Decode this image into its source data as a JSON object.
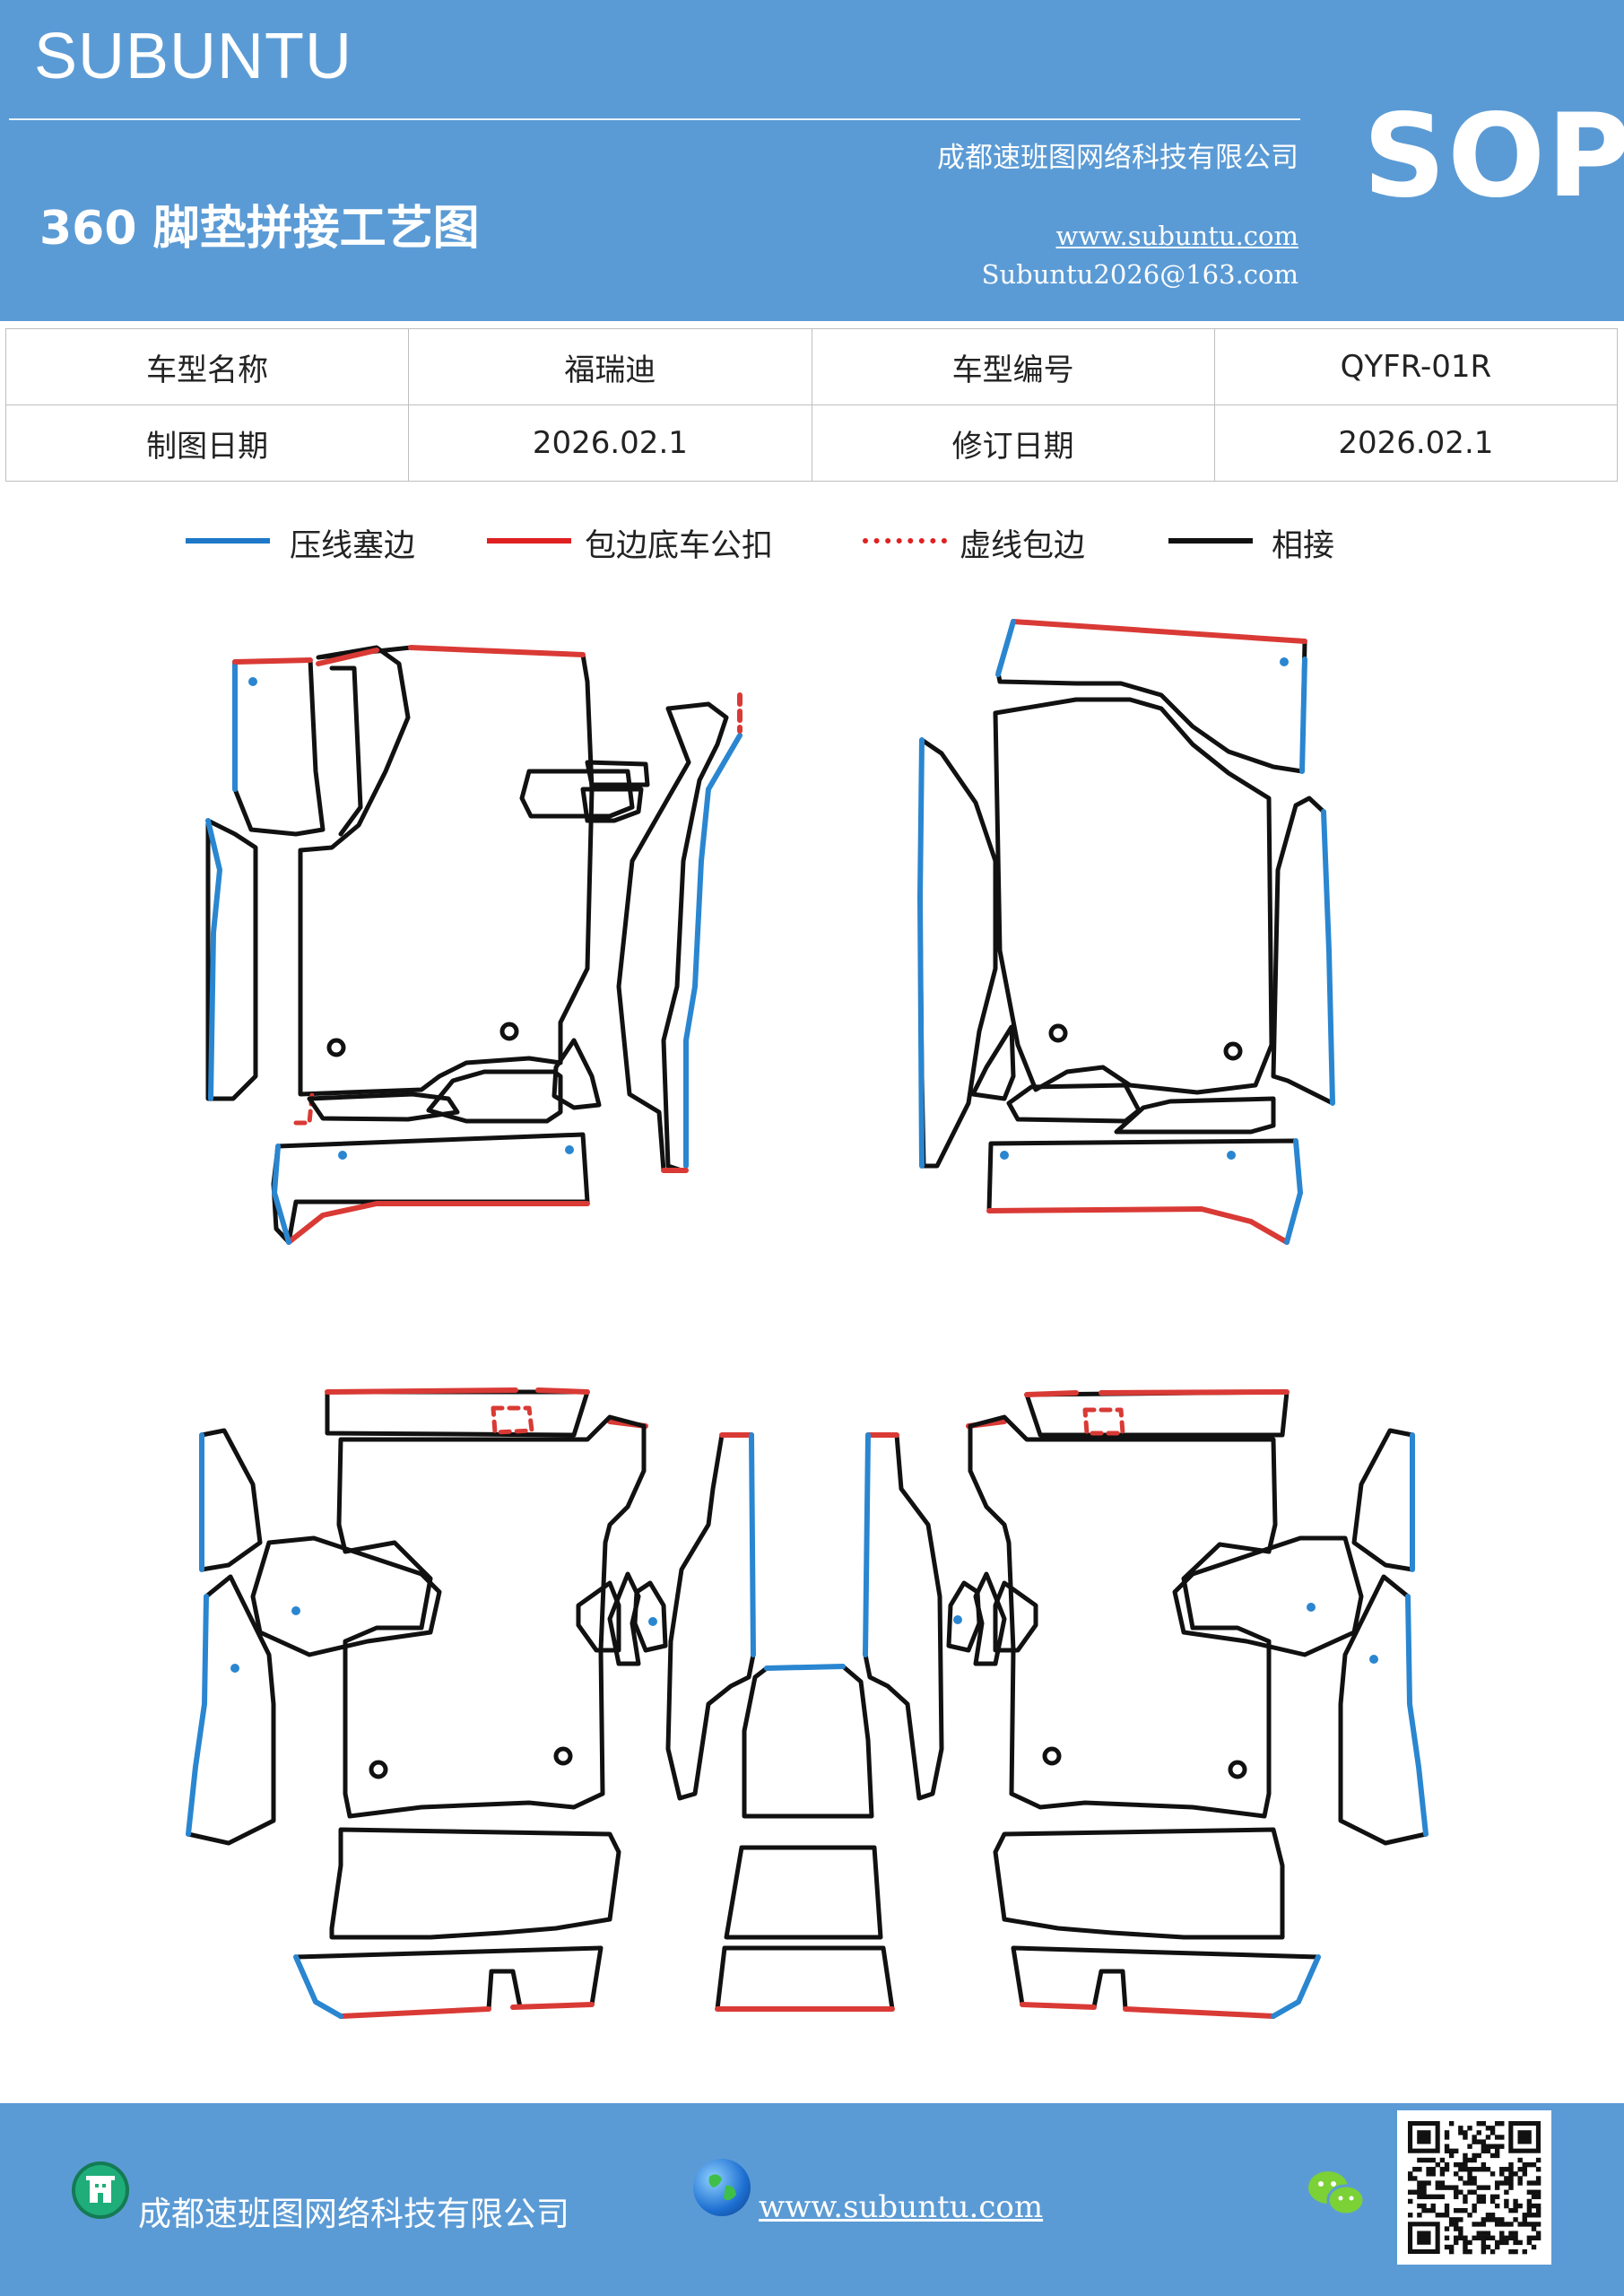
{
  "header": {
    "brand": "SUBUNTU",
    "company": "成都速班图网络科技有限公司",
    "title": "360 脚垫拼接工艺图",
    "website": "www.subuntu.com",
    "email": "Subuntu2026@163.com",
    "badge": "SOP"
  },
  "info_table": {
    "rows": [
      [
        "车型名称",
        "福瑞迪",
        "车型编号",
        "QYFR-01R"
      ],
      [
        "制图日期",
        "2026.02.1",
        "修订日期",
        "2026.02.1"
      ]
    ]
  },
  "legend": {
    "items": [
      {
        "label": "压线塞边",
        "color": "#1f78c8",
        "style": "solid"
      },
      {
        "label": "包边底车公扣",
        "color": "#e02020",
        "style": "solid"
      },
      {
        "label": "虚线包边",
        "color": "#e02020",
        "style": "dashed"
      },
      {
        "label": "相接",
        "color": "#111111",
        "style": "solid"
      }
    ]
  },
  "colors": {
    "header_bg": "#5b9bd5",
    "line_black": "#111111",
    "line_red": "#d93a35",
    "line_blue": "#2a86d0"
  },
  "footer": {
    "company": "成都速班图网络科技有限公司",
    "website": "www.subuntu.com",
    "icons": [
      "building-icon",
      "globe-icon",
      "wechat-icon",
      "qr-code"
    ]
  }
}
